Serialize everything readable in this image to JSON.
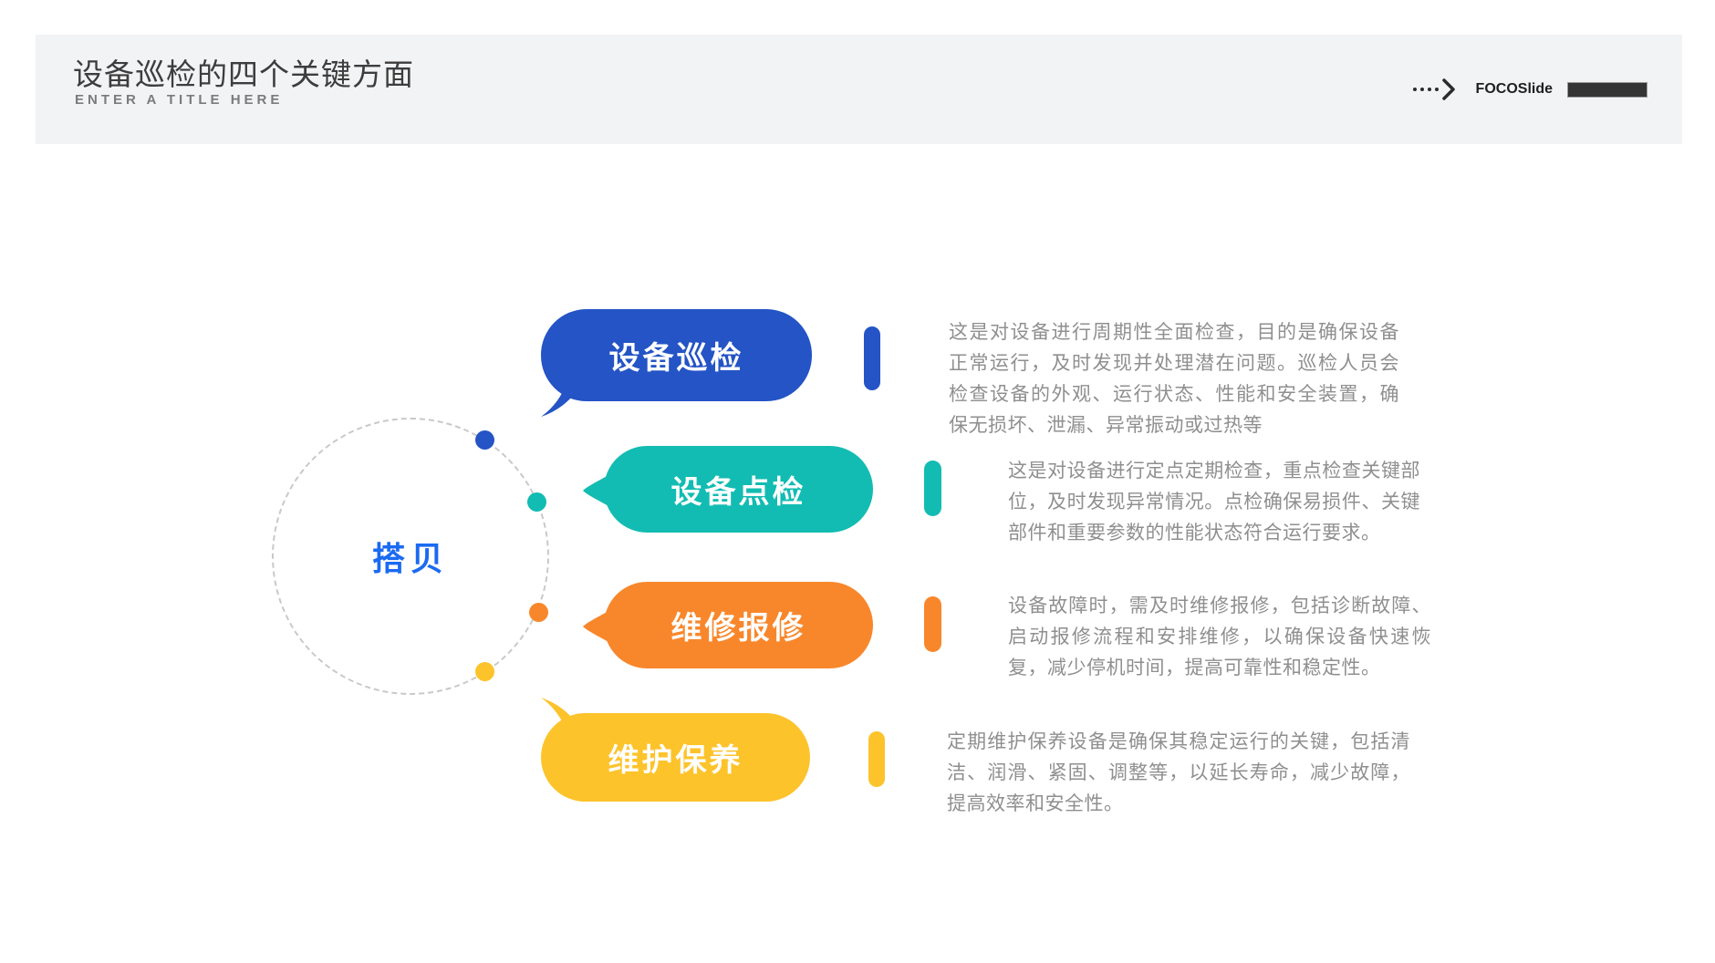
{
  "header": {
    "title": "设备巡检的四个关键方面",
    "subtitle": "ENTER A TITLE HERE",
    "brand_name": "FOCOSlide"
  },
  "center_circle": {
    "logo_text": "搭贝",
    "logo_color": "#1b6af2"
  },
  "colors": {
    "header_bg": "#f2f3f5",
    "title_text": "#3d3d3d",
    "body_text": "#8f8f8f",
    "circle_dash": "#c9c9c9",
    "brand_bar": "#343434"
  },
  "items": [
    {
      "label": "设备巡检",
      "color": "#2454c5",
      "description": "这是对设备进行周期性全面检查，目的是确保设备正常运行，及时发现并处理潜在问题。巡检人员会检查设备的外观、运行状态、性能和安全装置，确保无损坏、泄漏、异常振动或过热等"
    },
    {
      "label": "设备点检",
      "color": "#12bcb2",
      "description": "这是对设备进行定点定期检查，重点检查关键部位，及时发现异常情况。点检确保易损件、关键部件和重要参数的性能状态符合运行要求。"
    },
    {
      "label": "维修报修",
      "color": "#f8872b",
      "description": "设备故障时，需及时维修报修，包括诊断故障、启动报修流程和安排维修，以确保设备快速恢复，减少停机时间，提高可靠性和稳定性。"
    },
    {
      "label": "维护保养",
      "color": "#fdc32b",
      "description": "定期维护保养设备是确保其稳定运行的关键，包括清洁、润滑、紧固、调整等，以延长寿命，减少故障，提高效率和安全性。"
    }
  ]
}
